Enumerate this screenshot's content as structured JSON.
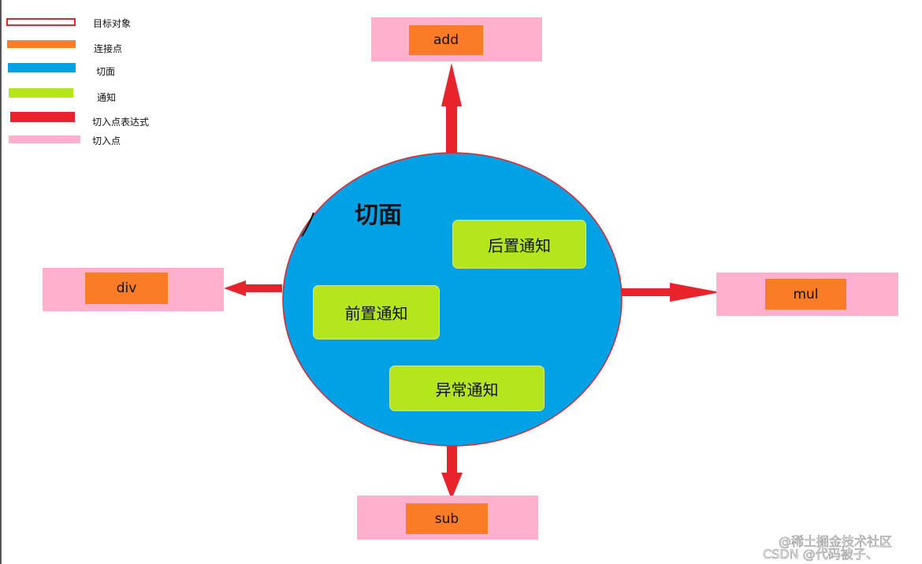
{
  "legend": {
    "items": [
      {
        "label": "目标对象",
        "color": "#e8232b",
        "style": "outline"
      },
      {
        "label": "连接点",
        "color": "#fb7c26",
        "style": "fill"
      },
      {
        "label": "切面",
        "color": "#00a1e5",
        "style": "fill"
      },
      {
        "label": "通知",
        "color": "#b5e61d",
        "style": "fill"
      },
      {
        "label": "切入点表达式",
        "color": "#e8232b",
        "style": "fill"
      },
      {
        "label": "切入点",
        "color": "#ffb0cc",
        "style": "fill"
      }
    ]
  },
  "aspect": {
    "title": "切面",
    "color": "#00a1e5",
    "border_color": "#e8232b"
  },
  "advices": {
    "after": "后置通知",
    "before": "前置通知",
    "exception": "异常通知"
  },
  "join_points": {
    "add": "add",
    "div": "div",
    "mul": "mul",
    "sub": "sub"
  },
  "colors": {
    "arrow": "#e8232b",
    "pointcut": "#ffb0cc",
    "join_point": "#fb7c26",
    "advice": "#b5e61d"
  },
  "watermark": {
    "line1": "@稀土掘金技术社区",
    "line2": "CSDN @代码被子、"
  }
}
